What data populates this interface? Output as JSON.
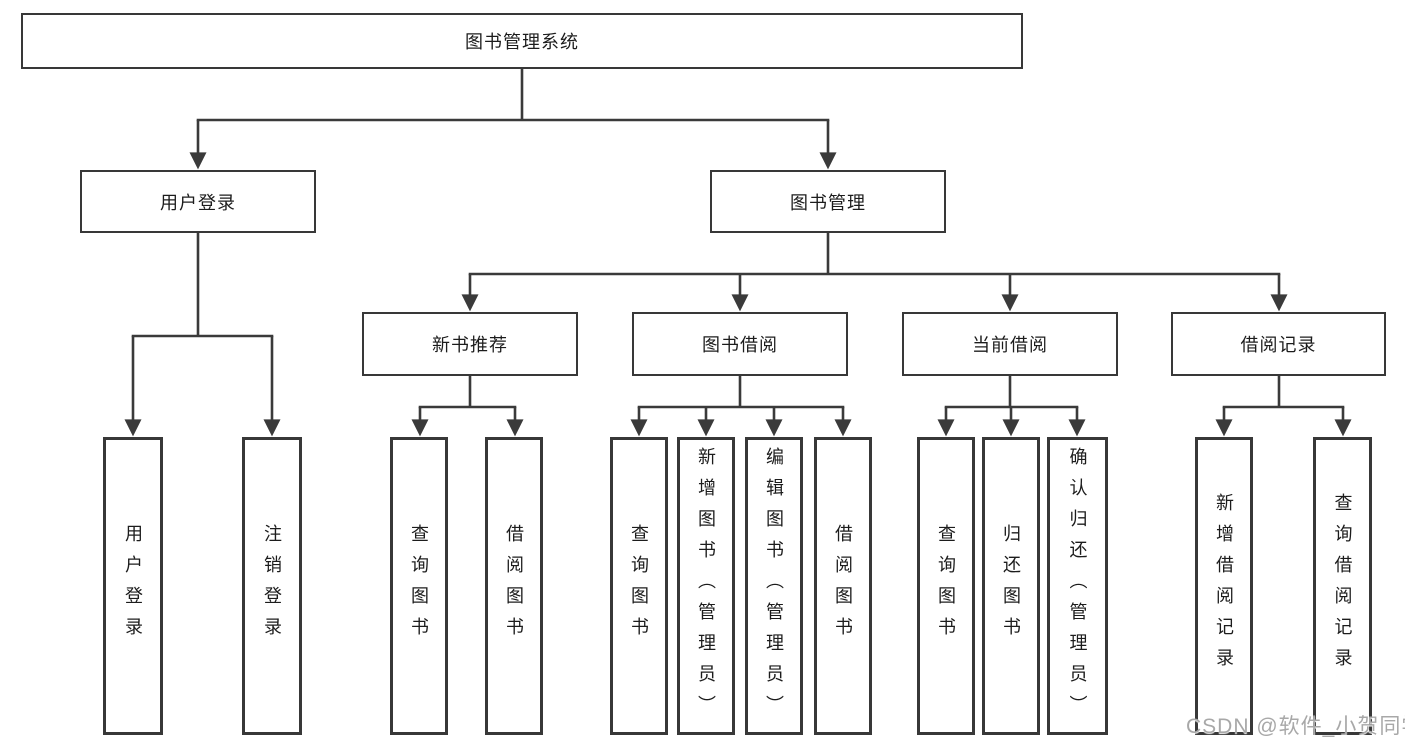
{
  "colors": {
    "line": "#3a3a3a",
    "text": "#1c1c1c",
    "background": "#ffffff",
    "watermark": "#a8a8a8"
  },
  "tree": {
    "root": "图书管理系统",
    "user_branch": {
      "label": "用户登录",
      "children": [
        "用户登录",
        "注销登录"
      ]
    },
    "mgmt_branch": {
      "label": "图书管理",
      "groups": [
        {
          "label": "新书推荐",
          "children": [
            "查询图书",
            "借阅图书"
          ]
        },
        {
          "label": "图书借阅",
          "children": [
            "查询图书",
            "新增图书（管理员）",
            "编辑图书（管理员）",
            "借阅图书"
          ]
        },
        {
          "label": "当前借阅",
          "children": [
            "查询图书",
            "归还图书",
            "确认归还（管理员）"
          ]
        },
        {
          "label": "借阅记录",
          "children": [
            "新增借阅记录",
            "查询借阅记录"
          ]
        }
      ]
    }
  },
  "watermark": "CSDN @软件_小贺同学"
}
